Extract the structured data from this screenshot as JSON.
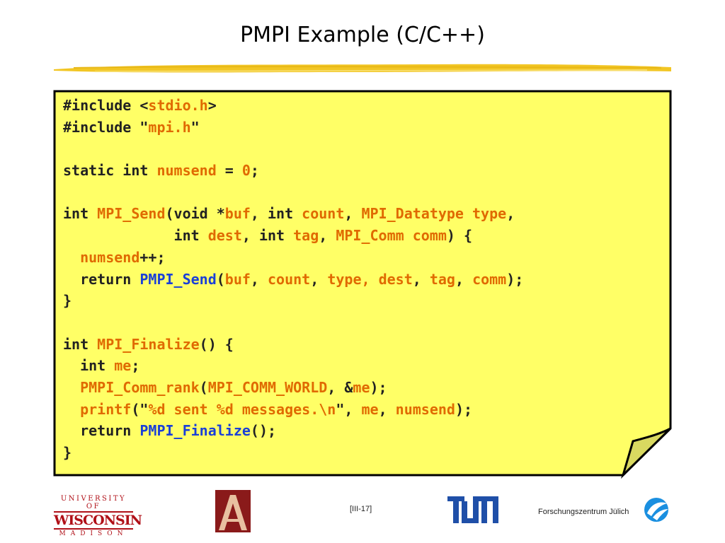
{
  "title": "PMPI Example (C/C++)",
  "code_lines": [
    [
      {
        "t": "#include <",
        "c": "kw"
      },
      {
        "t": "stdio.h",
        "c": "id"
      },
      {
        "t": ">",
        "c": "kw"
      }
    ],
    [
      {
        "t": "#include \"",
        "c": "kw"
      },
      {
        "t": "mpi.h",
        "c": "id"
      },
      {
        "t": "\"",
        "c": "kw"
      }
    ],
    [],
    [
      {
        "t": "static int ",
        "c": "kw"
      },
      {
        "t": "numsend",
        "c": "id"
      },
      {
        "t": " = ",
        "c": "kw"
      },
      {
        "t": "0",
        "c": "id"
      },
      {
        "t": ";",
        "c": "kw"
      }
    ],
    [],
    [
      {
        "t": "int ",
        "c": "kw"
      },
      {
        "t": "MPI_Send",
        "c": "id"
      },
      {
        "t": "(void *",
        "c": "kw"
      },
      {
        "t": "buf",
        "c": "id"
      },
      {
        "t": ", int ",
        "c": "kw"
      },
      {
        "t": "count",
        "c": "id"
      },
      {
        "t": ", ",
        "c": "kw"
      },
      {
        "t": "MPI_Datatype type",
        "c": "id"
      },
      {
        "t": ",",
        "c": "kw"
      }
    ],
    [
      {
        "t": "             int ",
        "c": "kw"
      },
      {
        "t": "dest",
        "c": "id"
      },
      {
        "t": ", int ",
        "c": "kw"
      },
      {
        "t": "tag",
        "c": "id"
      },
      {
        "t": ", ",
        "c": "kw"
      },
      {
        "t": "MPI_Comm comm",
        "c": "id"
      },
      {
        "t": ") {",
        "c": "kw"
      }
    ],
    [
      {
        "t": "  ",
        "c": "kw"
      },
      {
        "t": "numsend",
        "c": "id"
      },
      {
        "t": "++;",
        "c": "kw"
      }
    ],
    [
      {
        "t": "  return ",
        "c": "kw"
      },
      {
        "t": "PMPI_Send",
        "c": "call"
      },
      {
        "t": "(",
        "c": "kw"
      },
      {
        "t": "buf",
        "c": "id"
      },
      {
        "t": ", ",
        "c": "kw"
      },
      {
        "t": "count",
        "c": "id"
      },
      {
        "t": ", ",
        "c": "kw"
      },
      {
        "t": "type, dest",
        "c": "id"
      },
      {
        "t": ", ",
        "c": "kw"
      },
      {
        "t": "tag",
        "c": "id"
      },
      {
        "t": ", ",
        "c": "kw"
      },
      {
        "t": "comm",
        "c": "id"
      },
      {
        "t": ");",
        "c": "kw"
      }
    ],
    [
      {
        "t": "}",
        "c": "kw"
      }
    ],
    [],
    [
      {
        "t": "int ",
        "c": "kw"
      },
      {
        "t": "MPI_Finalize",
        "c": "id"
      },
      {
        "t": "() {",
        "c": "kw"
      }
    ],
    [
      {
        "t": "  int ",
        "c": "kw"
      },
      {
        "t": "me",
        "c": "id"
      },
      {
        "t": ";",
        "c": "kw"
      }
    ],
    [
      {
        "t": "  ",
        "c": "kw"
      },
      {
        "t": "PMPI_Comm_rank",
        "c": "id"
      },
      {
        "t": "(",
        "c": "kw"
      },
      {
        "t": "MPI_COMM_WORLD",
        "c": "id"
      },
      {
        "t": ", &",
        "c": "kw"
      },
      {
        "t": "me",
        "c": "id"
      },
      {
        "t": ");",
        "c": "kw"
      }
    ],
    [
      {
        "t": "  ",
        "c": "kw"
      },
      {
        "t": "printf",
        "c": "id"
      },
      {
        "t": "(\"",
        "c": "kw"
      },
      {
        "t": "%d sent %d messages.\\n",
        "c": "id"
      },
      {
        "t": "\", ",
        "c": "kw"
      },
      {
        "t": "me",
        "c": "id"
      },
      {
        "t": ", ",
        "c": "kw"
      },
      {
        "t": "numsend",
        "c": "id"
      },
      {
        "t": ");",
        "c": "kw"
      }
    ],
    [
      {
        "t": "  return ",
        "c": "kw"
      },
      {
        "t": "PMPI_Finalize",
        "c": "call"
      },
      {
        "t": "();",
        "c": "kw"
      }
    ],
    [
      {
        "t": "}",
        "c": "kw"
      }
    ]
  ],
  "colors": {
    "note_fill": "#ffff66",
    "note_border": "#000000",
    "keyword": "#222222",
    "identifier": "#e06a00",
    "call": "#1a3fd8",
    "rule": "#f2c624"
  },
  "footer": {
    "uw_top": "UNIVERSITY OF",
    "uw_mid": "WISCONSIN",
    "uw_bot": "MADISON",
    "page_number": "[III-17]",
    "tum_text": "TUM",
    "fz_text": "Forschungszentrum Jülich"
  },
  "icons": [
    "a-logo-icon",
    "tum-logo-icon",
    "juelich-logo-icon"
  ]
}
